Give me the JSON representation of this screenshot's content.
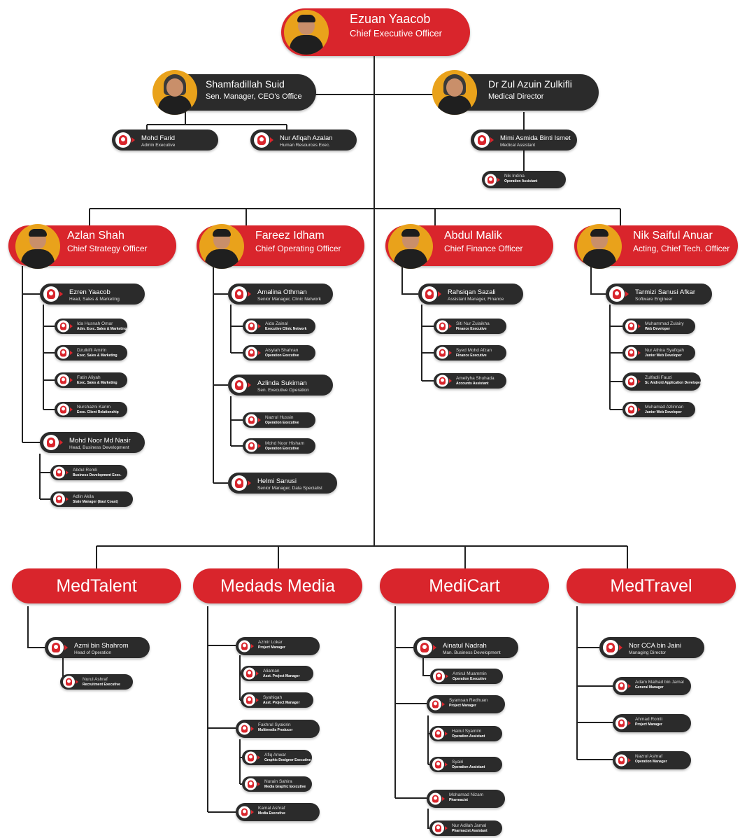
{
  "ceo": {
    "name": "Ezuan Yaacob",
    "role": "Chief Executive Officer"
  },
  "top_left": {
    "name": "Shamfadillah Suid",
    "role": "Sen. Manager, CEO's Office"
  },
  "top_right": {
    "name": "Dr Zul Azuin Zulkifli",
    "role": "Medical Director"
  },
  "office": [
    {
      "name": "Mohd Farid",
      "role": "Admin Executive"
    },
    {
      "name": "Nur Afiqah Azalan",
      "role": "Human Resources Exec."
    }
  ],
  "medical": [
    {
      "name": "Mimi Asmida Binti Ismet",
      "role": "Medical Assistant"
    },
    {
      "name": "Nik Indina",
      "role": "Operation Assistant"
    }
  ],
  "chiefs": [
    {
      "name": "Azlan Shah",
      "role": "Chief Strategy Officer"
    },
    {
      "name": "Fareez Idham",
      "role": "Chief Operating Officer"
    },
    {
      "name": "Abdul Malik",
      "role": "Chief Finance Officer"
    },
    {
      "name": "Nik Saiful Anuar",
      "role": "Acting, Chief Tech. Officer"
    }
  ],
  "strategy": {
    "heads": [
      {
        "name": "Ezren Yaacob",
        "role": "Head, Sales & Marketing"
      },
      {
        "name": "Mohd Noor Md Nasir",
        "role": "Head, Business Development"
      }
    ],
    "sales_team": [
      {
        "name": "Ida Husnah Omar",
        "role": "Adm. Exec. Sales & Marketing"
      },
      {
        "name": "Dzulkifli Amirin",
        "role": "Exec. Sales & Marketing"
      },
      {
        "name": "Fatin Aliyah",
        "role": "Exec. Sales & Marketing"
      },
      {
        "name": "Nurshazni Karim",
        "role": "Exec. Client Relationship"
      }
    ],
    "bd_team": [
      {
        "name": "Abdul Romli",
        "role": "Business Development Exec."
      },
      {
        "name": "Adlin Akila",
        "role": "State Manager (East Coast)"
      }
    ]
  },
  "operations": {
    "heads": [
      {
        "name": "Amalina Othman",
        "role": "Senior Manager, Clinic Network"
      },
      {
        "name": "Azlinda Sukiman",
        "role": "Sen. Executive Operation"
      },
      {
        "name": "Helmi Sanusi",
        "role": "Senior Manager, Data Specialist"
      }
    ],
    "clinic_team": [
      {
        "name": "Aida Zainal",
        "role": "Executive Clinic Network"
      },
      {
        "name": "Aisyiah Shahran",
        "role": "Operation Executive"
      }
    ],
    "ops_team": [
      {
        "name": "Nazrul Hussin",
        "role": "Operation Executive"
      },
      {
        "name": "Mohd Noor Hisham",
        "role": "Operation Executive"
      }
    ]
  },
  "finance": {
    "head": {
      "name": "Rahsiqan Sazali",
      "role": "Assistant Manager, Finance"
    },
    "team": [
      {
        "name": "Siti Nur Zulaikha",
        "role": "Finance Executive"
      },
      {
        "name": "Syed Mohd Afzan",
        "role": "Finance Executive"
      },
      {
        "name": "Ameliyha Shuhada",
        "role": "Accounts Assistant"
      }
    ]
  },
  "tech": {
    "head": {
      "name": "Tarmizi Sanusi Afkar",
      "role": "Software Engineer"
    },
    "team": [
      {
        "name": "Muhammad Zulairy",
        "role": "Web Developer"
      },
      {
        "name": "Nur Athira Syafiqah",
        "role": "Junior Web Developer"
      },
      {
        "name": "Zulfadli Fauzi",
        "role": "Sr. Android Application Developer"
      },
      {
        "name": "Muhamad Azlinnan",
        "role": "Junior Web Developer"
      }
    ]
  },
  "subsidiaries": [
    "MedTalent",
    "Medads Media",
    "MediCart",
    "MedTravel"
  ],
  "medtalent": {
    "head": {
      "name": "Azmi bin Shahrom",
      "role": "Head of Operation"
    },
    "team": [
      {
        "name": "Nurul Ashraf",
        "role": "Recruitment Executive"
      }
    ]
  },
  "medads": {
    "heads": [
      {
        "name": "Azmir Lokar",
        "role": "Project Manager"
      },
      {
        "name": "Fakhrul Syakirin",
        "role": "Multimedia Producer"
      },
      {
        "name": "Kamal Ashraf",
        "role": "Media Executive"
      }
    ],
    "pm_team": [
      {
        "name": "Aliaman",
        "role": "Asst. Project Manager"
      },
      {
        "name": "Syahiqah",
        "role": "Asst. Project Manager"
      }
    ],
    "mm_team": [
      {
        "name": "Afiq Anwar",
        "role": "Graphic Designer Executive"
      },
      {
        "name": "Nurain Sahira",
        "role": "Media Graphic Executive"
      }
    ]
  },
  "medicart": {
    "heads": [
      {
        "name": "Ainatul Nadrah",
        "role": "Man. Business Development"
      },
      {
        "name": "Syamsan Redhuan",
        "role": "Project Manager"
      },
      {
        "name": "Mohamad Nizam",
        "role": "Pharmacist"
      }
    ],
    "bd_team": [
      {
        "name": "Amirul Muammin",
        "role": "Operation Executive"
      }
    ],
    "pm_team": [
      {
        "name": "Hairul Syamim",
        "role": "Operation Assistant"
      },
      {
        "name": "Syairi",
        "role": "Operation Assistant"
      }
    ],
    "pharma_team": [
      {
        "name": "Nur Adilah Jamal",
        "role": "Pharmacist Assistant"
      }
    ]
  },
  "medtravel": {
    "head": {
      "name": "Nor CCA bin Jaini",
      "role": "Managing Director"
    },
    "team": [
      {
        "name": "Adam Malhad bin Jamal",
        "role": "General Manager"
      },
      {
        "name": "Ahmad Romli",
        "role": "Project Manager"
      },
      {
        "name": "Nazrul Ashraf",
        "role": "Operation Manager"
      }
    ]
  },
  "colors": {
    "accent": "#d9252c",
    "dark": "#2b2b2b",
    "avatar_bg": "#e9a21b",
    "line": "#222222"
  }
}
